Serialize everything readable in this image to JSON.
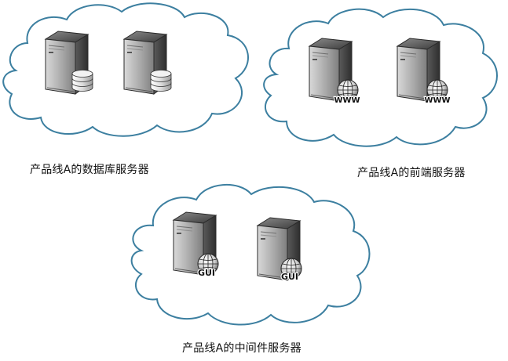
{
  "groups": [
    {
      "id": "database",
      "label": "产品线A的数据库服务器",
      "server_icon": "database-server-icon",
      "server_count": 2
    },
    {
      "id": "frontend",
      "label": "产品线A的前端服务器",
      "server_icon": "web-server-icon",
      "badge_text": "WWW",
      "server_count": 2
    },
    {
      "id": "middleware",
      "label": "产品线A的中间件服务器",
      "server_icon": "gui-server-icon",
      "badge_text": "GUI",
      "server_count": 2
    }
  ],
  "colors": {
    "cloud_stroke": "#3c7fa0",
    "cloud_fill": "#ffffff",
    "server_dark": "#4a4a4a",
    "server_light": "#c8c8c8",
    "text": "#111111"
  }
}
